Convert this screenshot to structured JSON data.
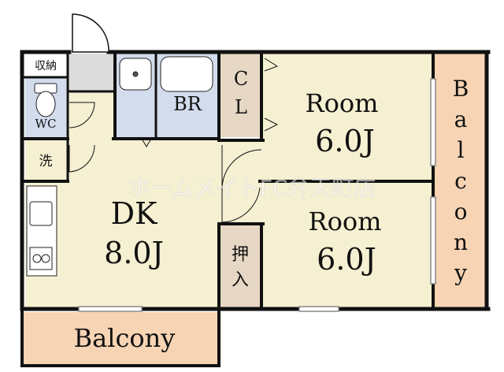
{
  "colors": {
    "floor": "#f5f0d2",
    "wet_area": "#d2dcec",
    "storage": "#dcdcdc",
    "balcony": "#f6d4b4",
    "closet": "#e6d8c4",
    "wall": "#111111"
  },
  "rooms": {
    "storage": {
      "label": "収納"
    },
    "wc": {
      "label": "WC"
    },
    "laundry": {
      "label": "洗"
    },
    "bath": {
      "label": "BR"
    },
    "closet": {
      "line1": "C",
      "line2": "L"
    },
    "room_north": {
      "name": "Room",
      "size": "6.0J"
    },
    "room_south": {
      "name": "Room",
      "size": "6.0J"
    },
    "dk": {
      "name": "DK",
      "size": "8.0J"
    },
    "oshiire": {
      "line1": "押",
      "line2": "入"
    },
    "balcony_east": {
      "letters": [
        "B",
        "a",
        "l",
        "c",
        "o",
        "n",
        "y"
      ]
    },
    "balcony_south": {
      "label": "Balcony"
    }
  },
  "watermark": {
    "text": "ホームメイトFC弁天町店"
  },
  "icons": [
    "toilet-icon",
    "sink-icon",
    "bathtub-icon",
    "kitchen-counter-icon",
    "stove-icon",
    "door-swing-icon"
  ]
}
